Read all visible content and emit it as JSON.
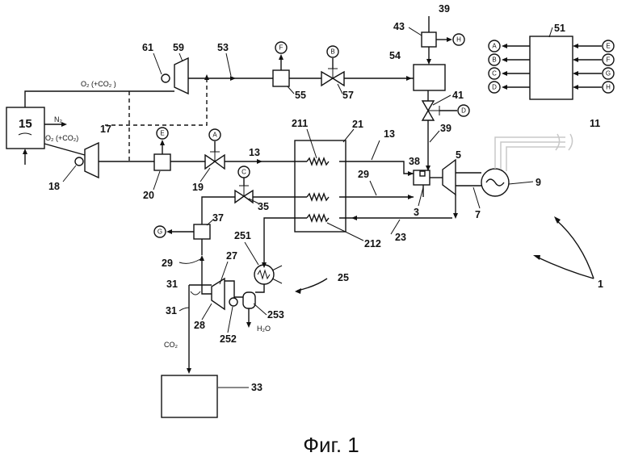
{
  "caption": "Фиг. 1",
  "gas_labels": {
    "o2_top": "O₂ (+CO₂ )",
    "n2": "N₂",
    "o2_mid": "O₂ (+CO₂)",
    "h2o": "H₂O",
    "co2": "CO₂"
  },
  "box15_label": "15",
  "signals": {
    "A": "A",
    "B": "B",
    "C": "C",
    "D": "D",
    "E": "E",
    "F": "F",
    "G": "G",
    "H": "H"
  },
  "controller_inputs": [
    "E",
    "F",
    "G",
    "H"
  ],
  "controller_outputs": [
    "A",
    "B",
    "C",
    "D"
  ],
  "reference_numerals": {
    "n1": "1",
    "n3": "3",
    "n5": "5",
    "n7": "7",
    "n9": "9",
    "n11": "11",
    "n13a": "13",
    "n13b": "13",
    "n15": "15",
    "n17": "17",
    "n18": "18",
    "n19": "19",
    "n20": "20",
    "n21": "21",
    "n211": "211",
    "n212": "212",
    "n23": "23",
    "n25": "25",
    "n251": "251",
    "n252": "252",
    "n253": "253",
    "n27": "27",
    "n28": "28",
    "n29a": "29",
    "n29b": "29",
    "n31a": "31",
    "n31b": "31",
    "n33": "33",
    "n35": "35",
    "n37": "37",
    "n38": "38",
    "n39a": "39",
    "n39b": "39",
    "n41": "41",
    "n43": "43",
    "n51": "51",
    "n53": "53",
    "n54": "54",
    "n55": "55",
    "n57": "57",
    "n59": "59",
    "n61": "61"
  }
}
